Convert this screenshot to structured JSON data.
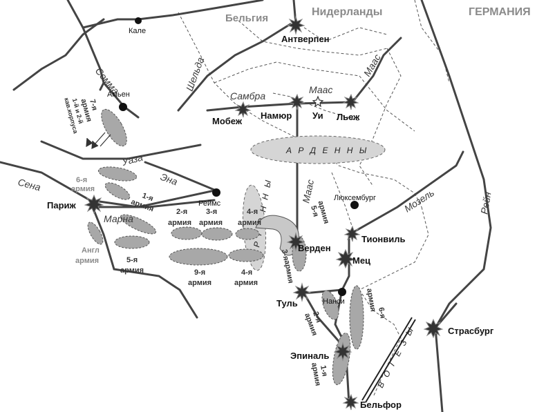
{
  "countries": {
    "belgium": "Бельгия",
    "netherlands": "Нидерланды",
    "germany": "ГЕРМАНИЯ"
  },
  "regions": {
    "ardennes": "А Р Д Е Н Н Ы",
    "argonne": "А Р Г О Н Н Ы",
    "vosges": "В О Г Е З Ы"
  },
  "rivers": {
    "somme": "Сомма",
    "scheldt": "Шельда",
    "sambre": "Самбра",
    "meuse_top": "Маас",
    "meuse_ne": "Маас",
    "meuse_mid": "Маас",
    "oise": "Уаза",
    "aisne": "Эна",
    "seine": "Сена",
    "marne": "Марна",
    "moselle": "Мозель",
    "rhine": "Рейн"
  },
  "cities": {
    "calais": "Кале",
    "amiens": "Амьен",
    "antwerp": "Антверпен",
    "maubeuge": "Мобеж",
    "namur": "Намюр",
    "huy": "Уи",
    "liege": "Льеж",
    "paris": "Париж",
    "reims": "Реймс",
    "luxembourg": "Люксембург",
    "verdun": "Верден",
    "thionville": "Тионвиль",
    "metz": "Мец",
    "toul": "Туль",
    "nancy": "Нанси",
    "epinal": "Эпиналь",
    "belfort": "Бельфор",
    "strasbourg": "Страсбург"
  },
  "armies": {
    "a7_num": "7-я",
    "a7_word": "армия",
    "cavalry_1": "1-й и 2-й",
    "cavalry_2": "кав.корпуса",
    "a6_num": "6-я",
    "a6_word": "армия",
    "a1_num": "1-я",
    "a1_word": "армия",
    "a2_num": "2-я",
    "a2_word": "армия",
    "a3_num": "3-я",
    "a3_word": "армия",
    "a4_num": "4-я",
    "a4_word": "армия",
    "a5_num": "5-я",
    "a5_word": "армия",
    "a9_num": "9-я",
    "a9_word": "армия",
    "a4f_num": "4-я",
    "a4f_word": "армия",
    "a3f_num": "3-я",
    "a3f_word": "армия",
    "a5g_num": "5-я",
    "a5g_word": "армия",
    "engl_1": "Англ",
    "engl_2": "армия",
    "a2s_num": "2-я",
    "a2s_word": "армия",
    "a6s_num": "6-я",
    "a6s_word": "армия",
    "a1s_num": "1-я",
    "a1s_word": "армия"
  },
  "colors": {
    "road": "#444444",
    "army_fill": "#a8a8a8",
    "fortress": "#333333",
    "country_label": "#8a8a8a"
  }
}
